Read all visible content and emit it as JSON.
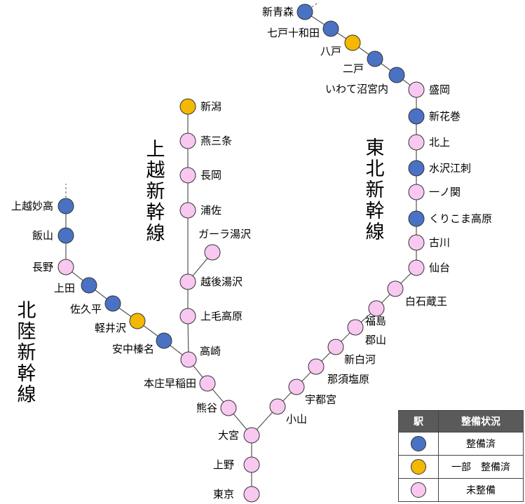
{
  "colors": {
    "done": "#4a72c4",
    "partial": "#f5b800",
    "undone": "#f8c8f0",
    "line": "#555555"
  },
  "line_names": {
    "tohoku": "東北新幹線",
    "joetsu": "上越新幹線",
    "hokuriku": "北陸新幹線"
  },
  "stations": [
    {
      "id": "tokyo",
      "name": "東京",
      "status": "undone"
    },
    {
      "id": "ueno",
      "name": "上野",
      "status": "undone"
    },
    {
      "id": "omiya",
      "name": "大宮",
      "status": "undone"
    },
    {
      "id": "oyama",
      "name": "小山",
      "status": "undone"
    },
    {
      "id": "utsunomiya",
      "name": "宇都宮",
      "status": "undone"
    },
    {
      "id": "nasushiobara",
      "name": "那須塩原",
      "status": "undone"
    },
    {
      "id": "shinshirakawa",
      "name": "新白河",
      "status": "undone"
    },
    {
      "id": "koriyama",
      "name": "郡山",
      "status": "undone"
    },
    {
      "id": "fukushima",
      "name": "福島",
      "status": "undone"
    },
    {
      "id": "shiroishizao",
      "name": "白石蔵王",
      "status": "undone"
    },
    {
      "id": "sendai",
      "name": "仙台",
      "status": "undone"
    },
    {
      "id": "furukawa",
      "name": "古川",
      "status": "undone"
    },
    {
      "id": "kurikoma",
      "name": "くりこま高原",
      "status": "done"
    },
    {
      "id": "ichinoseki",
      "name": "一ノ関",
      "status": "undone"
    },
    {
      "id": "mizusawaesashi",
      "name": "水沢江刺",
      "status": "done"
    },
    {
      "id": "kitakami",
      "name": "北上",
      "status": "undone"
    },
    {
      "id": "shinhanamaki",
      "name": "新花巻",
      "status": "done"
    },
    {
      "id": "morioka",
      "name": "盛岡",
      "status": "undone"
    },
    {
      "id": "iwatenumakunai",
      "name": "いわて沼宮内",
      "status": "done"
    },
    {
      "id": "ninohe",
      "name": "二戸",
      "status": "done"
    },
    {
      "id": "hachinohe",
      "name": "八戸",
      "status": "partial"
    },
    {
      "id": "shichinohe",
      "name": "七戸十和田",
      "status": "done"
    },
    {
      "id": "shinaomori",
      "name": "新青森",
      "status": "done"
    },
    {
      "id": "kumagaya",
      "name": "熊谷",
      "status": "undone"
    },
    {
      "id": "honjo",
      "name": "本庄早稲田",
      "status": "undone"
    },
    {
      "id": "takasaki",
      "name": "高崎",
      "status": "undone"
    },
    {
      "id": "jomokogen",
      "name": "上毛高原",
      "status": "undone"
    },
    {
      "id": "echigoyuzawa",
      "name": "越後湯沢",
      "status": "undone"
    },
    {
      "id": "galayuzawa",
      "name": "ガーラ湯沢",
      "status": "undone"
    },
    {
      "id": "urasa",
      "name": "浦佐",
      "status": "undone"
    },
    {
      "id": "nagaoka",
      "name": "長岡",
      "status": "undone"
    },
    {
      "id": "tsubamesanjo",
      "name": "燕三条",
      "status": "undone"
    },
    {
      "id": "niigata",
      "name": "新潟",
      "status": "partial"
    },
    {
      "id": "annakaharuna",
      "name": "安中榛名",
      "status": "done"
    },
    {
      "id": "karuizawa",
      "name": "軽井沢",
      "status": "partial"
    },
    {
      "id": "sakudaira",
      "name": "佐久平",
      "status": "done"
    },
    {
      "id": "ueda",
      "name": "上田",
      "status": "done"
    },
    {
      "id": "nagano",
      "name": "長野",
      "status": "undone"
    },
    {
      "id": "iiyama",
      "name": "飯山",
      "status": "done"
    },
    {
      "id": "joetsumyoko",
      "name": "上越妙高",
      "status": "done"
    }
  ],
  "legend": {
    "header_station": "駅",
    "header_status": "整備状況",
    "rows": [
      {
        "status": "done",
        "label": "整備済"
      },
      {
        "status": "partial",
        "label": "一部　整備済"
      },
      {
        "status": "undone",
        "label": "未整備"
      }
    ]
  }
}
